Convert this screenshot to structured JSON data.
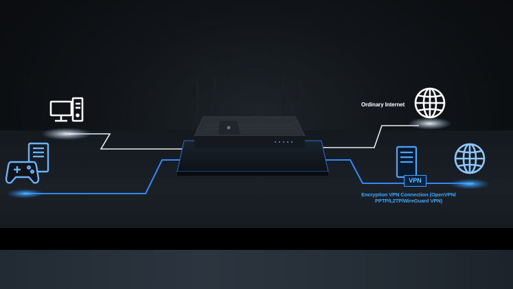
{
  "labels": {
    "ordinary_internet": "Ordinary Internet",
    "vpn_connection_line1": "Encryption VPN Connection (OpenVPN/",
    "vpn_connection_line2": "PPTP/L2TP/WireGuard VPN)",
    "vpn_badge": "VPN"
  },
  "icons": [
    "desktop-computer-icon",
    "game-controller-icon",
    "globe-icon",
    "vpn-server-icon",
    "router-icon"
  ],
  "colors": {
    "vpn_blue": "#3ea2ff",
    "ordinary_white": "#e9eef2",
    "background": "#0d1014"
  }
}
